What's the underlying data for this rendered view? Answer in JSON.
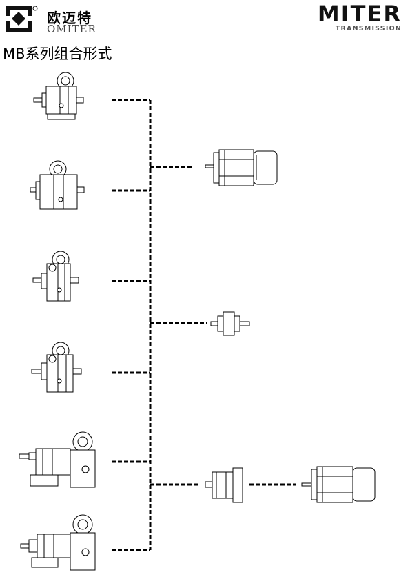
{
  "header": {
    "brand_cn": "欧迈特",
    "brand_en": "OMITER",
    "right_logo_main": "MITER",
    "right_logo_sub": "TRANSMISSION"
  },
  "title": "MB系列组合形式",
  "diagram": {
    "left_units": [
      {
        "icon": "mb-reducer-foot-mount-icon"
      },
      {
        "icon": "mb-reducer-flange-input-icon"
      },
      {
        "icon": "mb-reducer-double-shaft-icon"
      },
      {
        "icon": "mb-reducer-double-shaft-flange-icon"
      },
      {
        "icon": "mb-reducer-worm-gear-combo-icon"
      },
      {
        "icon": "mb-reducer-worm-gear-combo-flange-icon"
      }
    ],
    "right_units": [
      {
        "icon": "electric-motor-icon"
      },
      {
        "icon": "input-shaft-adapter-icon"
      },
      {
        "icon": "flange-adapter-icon"
      },
      {
        "icon": "electric-motor-icon"
      }
    ]
  }
}
